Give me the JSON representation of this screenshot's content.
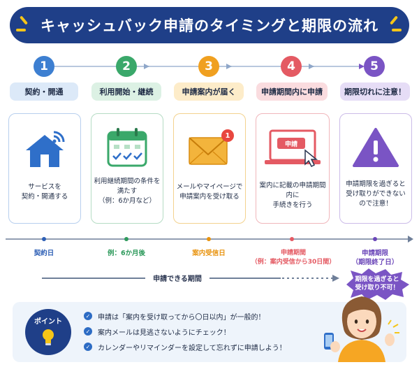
{
  "title": "キャッシュバック申請のタイミングと期限の流れ",
  "steps": [
    {
      "num": "1",
      "label": "契約・開通",
      "text": "サービスを\n契約・開通する",
      "icon": "house-wifi-icon",
      "color": "#3d7fd1",
      "label_bg": "#dce9f8"
    },
    {
      "num": "2",
      "label": "利用開始・継続",
      "text": "利用継続期間の条件を\n満たす\n（例：6か月など）",
      "icon": "calendar-icon",
      "color": "#3aa86a",
      "label_bg": "#dcf1e4"
    },
    {
      "num": "3",
      "label": "申請案内が届く",
      "text": "メールやマイページで\n申請案内を受け取る",
      "icon": "mail-icon",
      "color": "#f0a020",
      "label_bg": "#fdecc9",
      "badge": "1"
    },
    {
      "num": "4",
      "label": "申請期間内に申請",
      "text": "案内に記載の申請期間内に\n手続きを行う",
      "icon": "laptop-apply-icon",
      "color": "#e45a63",
      "label_bg": "#fadcdf",
      "button": "申請"
    },
    {
      "num": "5",
      "label": "期限切れに注意！",
      "text": "申請期限を過ぎると\n受け取りができない\nので注意！",
      "icon": "warning-icon",
      "color": "#7a54c4",
      "label_bg": "#e6ddf6"
    }
  ],
  "timeline": [
    {
      "label": "契約日",
      "color": "#2d5fb5"
    },
    {
      "label": "例：6か月後",
      "color": "#2e9a5c"
    },
    {
      "label": "案内受信日",
      "color": "#e8930e"
    },
    {
      "label": "申請期間\n（例：案内受信から30日間）",
      "color": "#e45a63"
    },
    {
      "label": "申請期限\n（期限終了日）",
      "color": "#6a45b8"
    }
  ],
  "apply_period": "申請できる期間",
  "deadline_note": "期限を過ぎると\n受け取り不可！",
  "point": {
    "title": "ポイント",
    "items": [
      "申請は「案内を受け取ってから〇日以内」が一般的！",
      "案内メールは見逃さないようにチェック！",
      "カレンダーやリマインダーを設定して忘れずに申請しよう！"
    ]
  }
}
